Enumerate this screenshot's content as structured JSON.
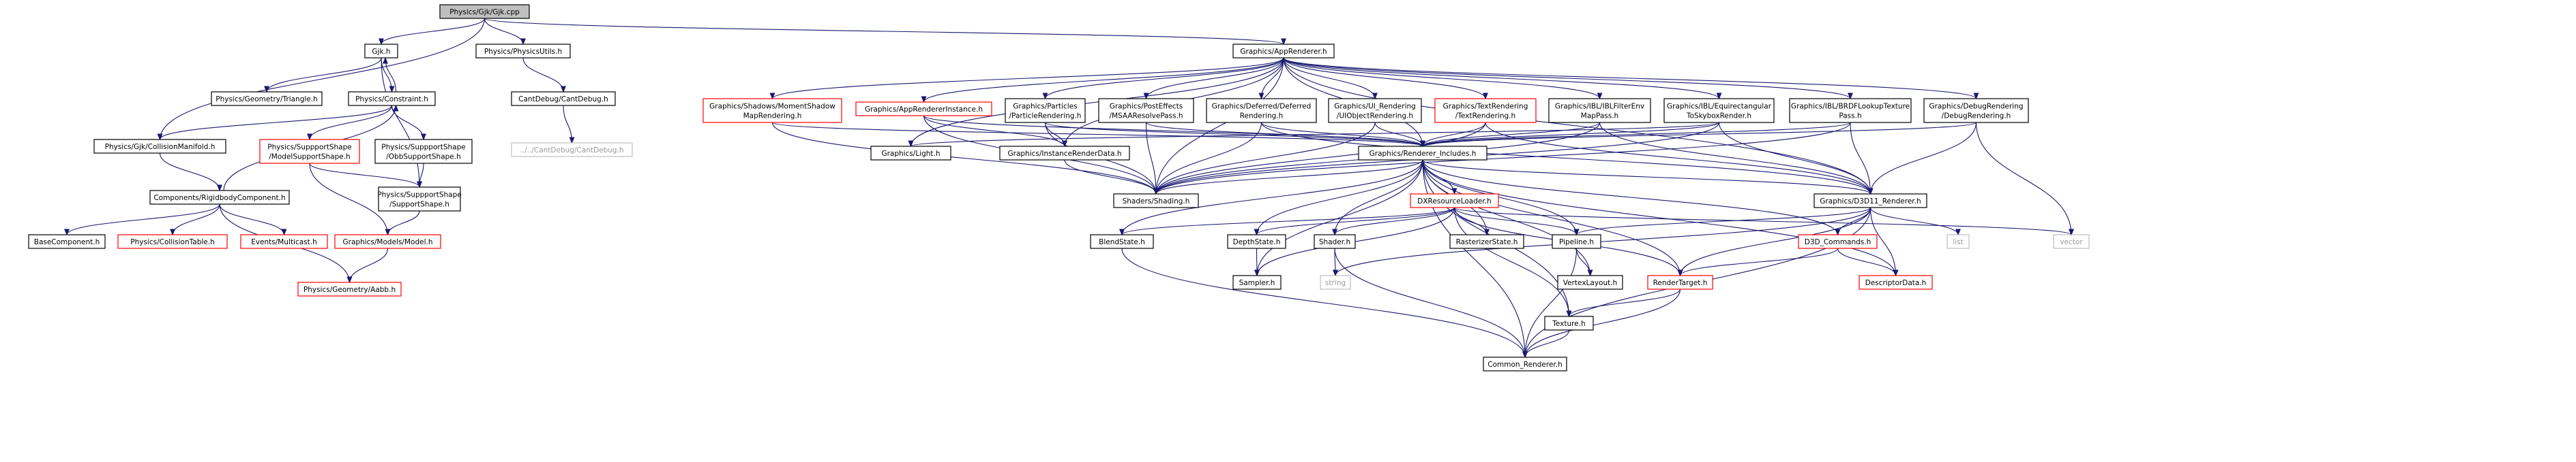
{
  "colors": {
    "edge": "#191970",
    "border_default": "#000000",
    "border_missing": "#ff0000",
    "border_external": "#bfbfbf",
    "fill_default": "#ffffff",
    "fill_root": "#bfbfbf"
  },
  "nodes": [
    {
      "id": "root",
      "lines": [
        "Physics/Gjk/Gjk.cpp"
      ],
      "style": "root"
    },
    {
      "id": "gjk_h",
      "lines": [
        "Gjk.h"
      ],
      "style": "normal"
    },
    {
      "id": "physutils",
      "lines": [
        "Physics/PhysicsUtils.h"
      ],
      "style": "normal"
    },
    {
      "id": "apprenderer",
      "lines": [
        "Graphics/AppRenderer.h"
      ],
      "style": "normal"
    },
    {
      "id": "triangle",
      "lines": [
        "Physics/Geometry/Triangle.h"
      ],
      "style": "normal"
    },
    {
      "id": "constraint",
      "lines": [
        "Physics/Constraint.h"
      ],
      "style": "normal"
    },
    {
      "id": "cantdebug",
      "lines": [
        "CantDebug/CantDebug.h"
      ],
      "style": "normal"
    },
    {
      "id": "cantdebug_ext",
      "lines": [
        "../../CantDebug/CantDebug.h"
      ],
      "style": "external"
    },
    {
      "id": "collmanifold",
      "lines": [
        "Physics/Gjk/CollisionManifold.h"
      ],
      "style": "normal"
    },
    {
      "id": "modelsupport",
      "lines": [
        "Physics/SuppportShape",
        "/ModelSupportShape.h"
      ],
      "style": "missing"
    },
    {
      "id": "obbsupport",
      "lines": [
        "Physics/SuppportShape",
        "/ObbSupportShape.h"
      ],
      "style": "normal"
    },
    {
      "id": "rigidbody",
      "lines": [
        "Components/RigidbodyComponent.h"
      ],
      "style": "normal"
    },
    {
      "id": "supportshape",
      "lines": [
        "Physics/SuppportShape",
        "/SupportShape.h"
      ],
      "style": "normal"
    },
    {
      "id": "basecomp",
      "lines": [
        "BaseComponent.h"
      ],
      "style": "normal"
    },
    {
      "id": "colltable",
      "lines": [
        "Physics/CollisionTable.h"
      ],
      "style": "missing"
    },
    {
      "id": "multicast",
      "lines": [
        "Events/Multicast.h"
      ],
      "style": "missing"
    },
    {
      "id": "model",
      "lines": [
        "Graphics/Models/Model.h"
      ],
      "style": "missing"
    },
    {
      "id": "aabb",
      "lines": [
        "Physics/Geometry/Aabb.h"
      ],
      "style": "missing"
    },
    {
      "id": "momentshadow",
      "lines": [
        "Graphics/Shadows/MomentShadow",
        "MapRendering.h"
      ],
      "style": "missing"
    },
    {
      "id": "appinstance",
      "lines": [
        "Graphics/AppRendererInstance.h"
      ],
      "style": "missing"
    },
    {
      "id": "particles",
      "lines": [
        "Graphics/Particles",
        "/ParticleRendering.h"
      ],
      "style": "normal"
    },
    {
      "id": "posteffects",
      "lines": [
        "Graphics/PostEffects",
        "/MSAAResolvePass.h"
      ],
      "style": "normal"
    },
    {
      "id": "deferred",
      "lines": [
        "Graphics/Deferred/Deferred",
        "Rendering.h"
      ],
      "style": "normal"
    },
    {
      "id": "uirender",
      "lines": [
        "Graphics/UI_Rendering",
        "/UIObjectRendering.h"
      ],
      "style": "normal"
    },
    {
      "id": "textrender",
      "lines": [
        "Graphics/TextRendering",
        "/TextRendering.h"
      ],
      "style": "missing"
    },
    {
      "id": "iblfilter",
      "lines": [
        "Graphics/IBL/IBLFilterEnv",
        "MapPass.h"
      ],
      "style": "normal"
    },
    {
      "id": "iblequirect",
      "lines": [
        "Graphics/IBL/Equirectangular",
        "ToSkyboxRender.h"
      ],
      "style": "normal"
    },
    {
      "id": "iblbrdf",
      "lines": [
        "Graphics/IBL/BRDFLookupTexture",
        "Pass.h"
      ],
      "style": "normal"
    },
    {
      "id": "debugrender",
      "lines": [
        "Graphics/DebugRendering",
        "/DebugRendering.h"
      ],
      "style": "normal"
    },
    {
      "id": "light",
      "lines": [
        "Graphics/Light.h"
      ],
      "style": "normal"
    },
    {
      "id": "instancedata",
      "lines": [
        "Graphics/InstanceRenderData.h"
      ],
      "style": "normal"
    },
    {
      "id": "includes",
      "lines": [
        "Graphics/Renderer_Includes.h"
      ],
      "style": "normal"
    },
    {
      "id": "shading",
      "lines": [
        "Shaders/Shading.h"
      ],
      "style": "normal"
    },
    {
      "id": "d3d11",
      "lines": [
        "Graphics/D3D11_Renderer.h"
      ],
      "style": "normal"
    },
    {
      "id": "dxloader",
      "lines": [
        "DXResourceLoader.h"
      ],
      "style": "missing"
    },
    {
      "id": "blendstate",
      "lines": [
        "BlendState.h"
      ],
      "style": "normal"
    },
    {
      "id": "depthstate",
      "lines": [
        "DepthState.h"
      ],
      "style": "normal"
    },
    {
      "id": "shader",
      "lines": [
        "Shader.h"
      ],
      "style": "normal"
    },
    {
      "id": "rasterizer",
      "lines": [
        "RasterizerState.h"
      ],
      "style": "normal"
    },
    {
      "id": "pipeline",
      "lines": [
        "Pipeline.h"
      ],
      "style": "normal"
    },
    {
      "id": "d3dcommands",
      "lines": [
        "D3D_Commands.h"
      ],
      "style": "missing"
    },
    {
      "id": "list",
      "lines": [
        "list"
      ],
      "style": "external"
    },
    {
      "id": "vector",
      "lines": [
        "vector"
      ],
      "style": "external"
    },
    {
      "id": "sampler",
      "lines": [
        "Sampler.h"
      ],
      "style": "normal"
    },
    {
      "id": "string",
      "lines": [
        "string"
      ],
      "style": "external"
    },
    {
      "id": "vertexlayout",
      "lines": [
        "VertexLayout.h"
      ],
      "style": "normal"
    },
    {
      "id": "rendertarget",
      "lines": [
        "RenderTarget.h"
      ],
      "style": "missing"
    },
    {
      "id": "descriptor",
      "lines": [
        "DescriptorData.h"
      ],
      "style": "missing"
    },
    {
      "id": "texture",
      "lines": [
        "Texture.h"
      ],
      "style": "normal"
    },
    {
      "id": "common",
      "lines": [
        "Common_Renderer.h"
      ],
      "style": "normal"
    }
  ],
  "edges": [
    [
      "root",
      "gjk_h"
    ],
    [
      "root",
      "physutils"
    ],
    [
      "root",
      "apprenderer"
    ],
    [
      "root",
      "collmanifold"
    ],
    [
      "gjk_h",
      "triangle"
    ],
    [
      "gjk_h",
      "constraint"
    ],
    [
      "gjk_h",
      "supportshape"
    ],
    [
      "constraint",
      "gjk_h"
    ],
    [
      "constraint",
      "collmanifold"
    ],
    [
      "constraint",
      "modelsupport"
    ],
    [
      "constraint",
      "obbsupport"
    ],
    [
      "physutils",
      "cantdebug"
    ],
    [
      "cantdebug",
      "cantdebug_ext"
    ],
    [
      "collmanifold",
      "rigidbody"
    ],
    [
      "rigidbody",
      "constraint"
    ],
    [
      "rigidbody",
      "basecomp"
    ],
    [
      "rigidbody",
      "colltable"
    ],
    [
      "rigidbody",
      "multicast"
    ],
    [
      "rigidbody",
      "aabb"
    ],
    [
      "modelsupport",
      "supportshape"
    ],
    [
      "modelsupport",
      "model"
    ],
    [
      "obbsupport",
      "supportshape"
    ],
    [
      "supportshape",
      "model"
    ],
    [
      "model",
      "aabb"
    ],
    [
      "apprenderer",
      "momentshadow"
    ],
    [
      "apprenderer",
      "appinstance"
    ],
    [
      "apprenderer",
      "particles"
    ],
    [
      "apprenderer",
      "posteffects"
    ],
    [
      "apprenderer",
      "deferred"
    ],
    [
      "apprenderer",
      "uirender"
    ],
    [
      "apprenderer",
      "textrender"
    ],
    [
      "apprenderer",
      "iblfilter"
    ],
    [
      "apprenderer",
      "iblequirect"
    ],
    [
      "apprenderer",
      "iblbrdf"
    ],
    [
      "apprenderer",
      "debugrender"
    ],
    [
      "apprenderer",
      "light"
    ],
    [
      "apprenderer",
      "instancedata"
    ],
    [
      "apprenderer",
      "includes"
    ],
    [
      "apprenderer",
      "shading"
    ],
    [
      "apprenderer",
      "d3d11"
    ],
    [
      "momentshadow",
      "includes"
    ],
    [
      "momentshadow",
      "shading"
    ],
    [
      "appinstance",
      "instancedata"
    ],
    [
      "appinstance",
      "includes"
    ],
    [
      "appinstance",
      "shading"
    ],
    [
      "particles",
      "instancedata"
    ],
    [
      "particles",
      "includes"
    ],
    [
      "particles",
      "shading"
    ],
    [
      "posteffects",
      "includes"
    ],
    [
      "posteffects",
      "shading"
    ],
    [
      "deferred",
      "includes"
    ],
    [
      "deferred",
      "shading"
    ],
    [
      "deferred",
      "d3d11"
    ],
    [
      "uirender",
      "includes"
    ],
    [
      "uirender",
      "shading"
    ],
    [
      "textrender",
      "includes"
    ],
    [
      "textrender",
      "shading"
    ],
    [
      "textrender",
      "d3d11"
    ],
    [
      "iblfilter",
      "includes"
    ],
    [
      "iblfilter",
      "shading"
    ],
    [
      "iblfilter",
      "d3d11"
    ],
    [
      "iblequirect",
      "includes"
    ],
    [
      "iblequirect",
      "shading"
    ],
    [
      "iblequirect",
      "d3d11"
    ],
    [
      "iblequirect",
      "light"
    ],
    [
      "iblbrdf",
      "includes"
    ],
    [
      "iblbrdf",
      "d3d11"
    ],
    [
      "iblbrdf",
      "shading"
    ],
    [
      "debugrender",
      "includes"
    ],
    [
      "debugrender",
      "d3d11"
    ],
    [
      "debugrender",
      "vector"
    ],
    [
      "instancedata",
      "shading"
    ],
    [
      "includes",
      "d3d11"
    ],
    [
      "includes",
      "shading"
    ],
    [
      "includes",
      "dxloader"
    ],
    [
      "includes",
      "blendstate"
    ],
    [
      "includes",
      "depthstate"
    ],
    [
      "includes",
      "shader"
    ],
    [
      "includes",
      "rasterizer"
    ],
    [
      "includes",
      "pipeline"
    ],
    [
      "includes",
      "vertexlayout"
    ],
    [
      "includes",
      "rendertarget"
    ],
    [
      "includes",
      "d3dcommands"
    ],
    [
      "includes",
      "descriptor"
    ],
    [
      "includes",
      "sampler"
    ],
    [
      "includes",
      "texture"
    ],
    [
      "includes",
      "common"
    ],
    [
      "d3d11",
      "d3dcommands"
    ],
    [
      "d3d11",
      "list"
    ],
    [
      "d3d11",
      "string"
    ],
    [
      "d3d11",
      "rendertarget"
    ],
    [
      "d3d11",
      "descriptor"
    ],
    [
      "d3d11",
      "pipeline"
    ],
    [
      "d3d11",
      "common"
    ],
    [
      "dxloader",
      "blendstate"
    ],
    [
      "dxloader",
      "depthstate"
    ],
    [
      "dxloader",
      "shader"
    ],
    [
      "dxloader",
      "rasterizer"
    ],
    [
      "dxloader",
      "pipeline"
    ],
    [
      "dxloader",
      "sampler"
    ],
    [
      "dxloader",
      "rendertarget"
    ],
    [
      "dxloader",
      "texture"
    ],
    [
      "dxloader",
      "vector"
    ],
    [
      "blendstate",
      "common"
    ],
    [
      "depthstate",
      "sampler"
    ],
    [
      "shader",
      "string"
    ],
    [
      "shader",
      "common"
    ],
    [
      "pipeline",
      "vertexlayout"
    ],
    [
      "pipeline",
      "common"
    ],
    [
      "d3dcommands",
      "rendertarget"
    ],
    [
      "d3dcommands",
      "descriptor"
    ],
    [
      "rendertarget",
      "texture"
    ],
    [
      "rendertarget",
      "common"
    ],
    [
      "texture",
      "common"
    ]
  ]
}
